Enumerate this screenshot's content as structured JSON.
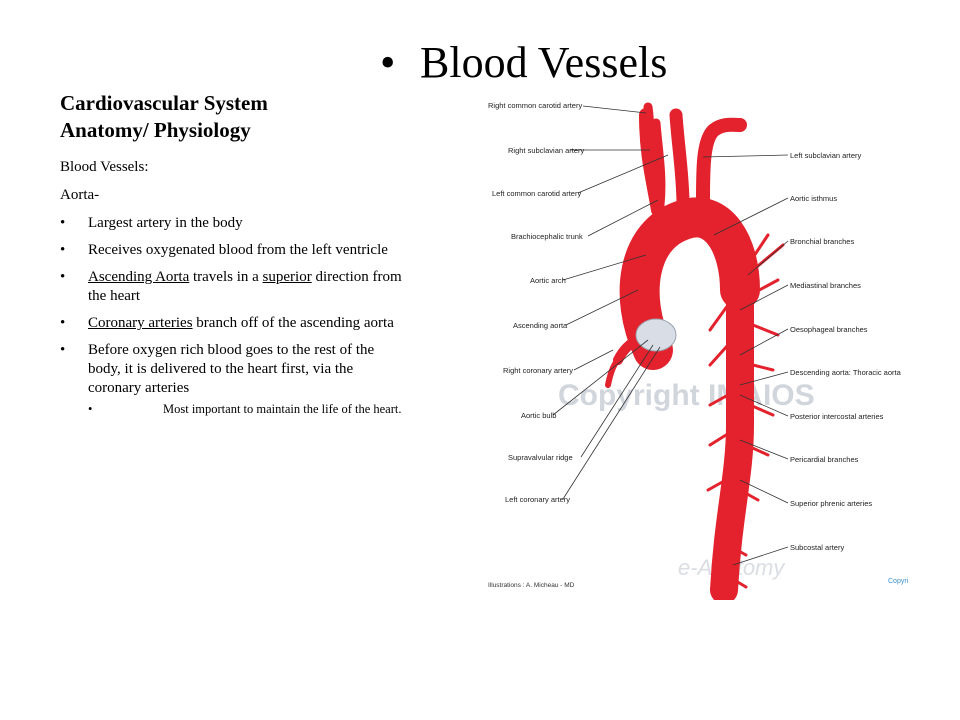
{
  "slide": {
    "title": "Blood Vessels",
    "heading_line1": "Cardiovascular System",
    "heading_line2": "Anatomy/ Physiology",
    "subheading": "Blood Vessels:",
    "topic": "Aorta-",
    "bullets": {
      "b1": "Largest artery in the body",
      "b2": "Receives oxygenated blood from the left ventricle",
      "b3_u1": "Ascending Aorta",
      "b3_t1": " travels in a ",
      "b3_u2": "superior",
      "b3_t2": " direction from the heart",
      "b4_u1": "Coronary arteries",
      "b4_t1": " branch  off of the ascending aorta",
      "b5": "Before oxygen rich blood goes to the rest of the body, it is delivered to the heart first, via the coronary arteries",
      "sub1": "Most important to maintain the life of the heart."
    },
    "bullet_char": "•"
  },
  "figure": {
    "labels_left": {
      "l1": "Right common carotid artery",
      "l2": "Right subclavian artery",
      "l3": "Left common carotid artery",
      "l4": "Brachiocephalic trunk",
      "l5": "Aortic arch",
      "l6": "Ascending aorta",
      "l7": "Right coronary artery",
      "l8": "Aortic bulb",
      "l9": "Supravalvular ridge",
      "l10": "Left coronary artery"
    },
    "labels_right": {
      "r1": "Left subclavian artery",
      "r2": "Aortic isthmus",
      "r3": "Bronchial branches",
      "r4": "Mediastinal branches",
      "r5": "Oesophageal branches",
      "r6": "Descending aorta: Thoracic aorta",
      "r7": "Posterior intercostal arteries",
      "r8": "Pericardial branches",
      "r9": "Superior phrenic arteries",
      "r10": "Subcostal artery"
    },
    "watermark": "Copyright IMAIOS",
    "watermark2": "e-Anatomy",
    "credit": "Illustrations : A. Micheau - MD",
    "copyright_corner": "Copyri",
    "artery_color": "#e3222d"
  }
}
